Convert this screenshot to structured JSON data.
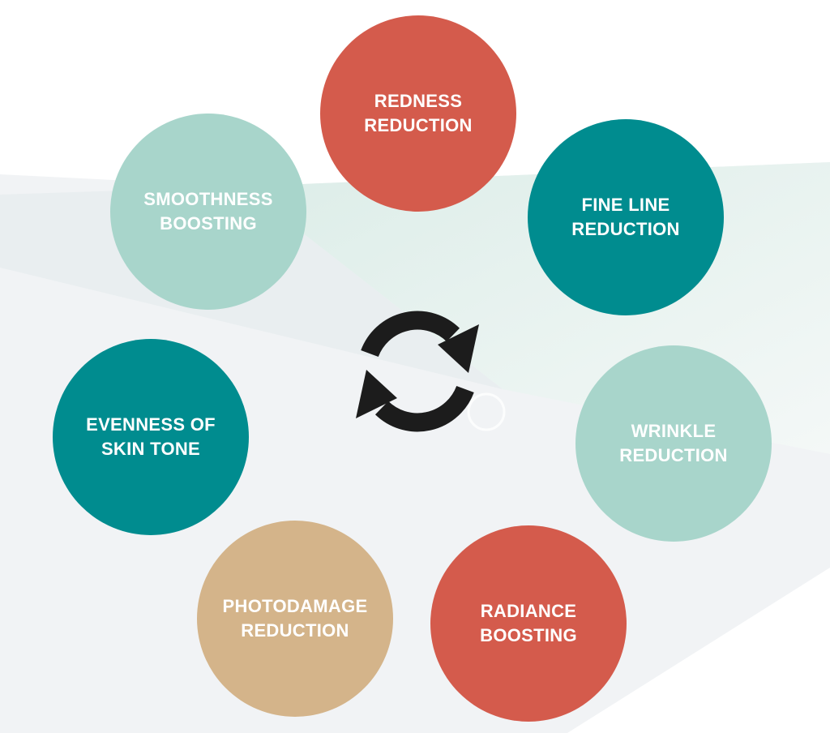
{
  "colors": {
    "red": "#D45B4C",
    "teal": "#008C8F",
    "mint": "#A8D5CB",
    "tan": "#D4B48A",
    "icon": "#1c1c1c"
  },
  "center_icon": "refresh-cycle-icon",
  "benefits": [
    {
      "label": "REDNESS\nREDUCTION",
      "color": "red"
    },
    {
      "label": "FINE LINE\nREDUCTION",
      "color": "teal"
    },
    {
      "label": "WRINKLE\nREDUCTION",
      "color": "mint"
    },
    {
      "label": "RADIANCE\nBOOSTING",
      "color": "red"
    },
    {
      "label": "PHOTODAMAGE\nREDUCTION",
      "color": "tan"
    },
    {
      "label": "EVENNESS OF\nSKIN TONE",
      "color": "teal"
    },
    {
      "label": "SMOOTHNESS\nBOOSTING",
      "color": "mint"
    }
  ]
}
